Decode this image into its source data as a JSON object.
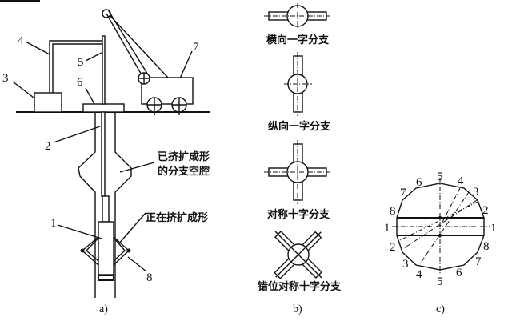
{
  "panel_a": {
    "label": "a)",
    "parts": {
      "p1": "1",
      "p2": "2",
      "p3": "3",
      "p4": "4",
      "p5": "5",
      "p6": "6",
      "p7": "7",
      "p8": "8"
    },
    "cavity_formed_line1": "已挤扩成形",
    "cavity_formed_line2": "的分支空腔",
    "forming": "正在挤扩成形"
  },
  "panel_b": {
    "label": "b)",
    "types": [
      "横向一字分支",
      "纵向一字分支",
      "对称十字分支",
      "错位对称十字分支"
    ]
  },
  "panel_c": {
    "label": "c)",
    "positions": [
      "1",
      "2",
      "3",
      "4",
      "5",
      "6",
      "7",
      "8"
    ]
  }
}
